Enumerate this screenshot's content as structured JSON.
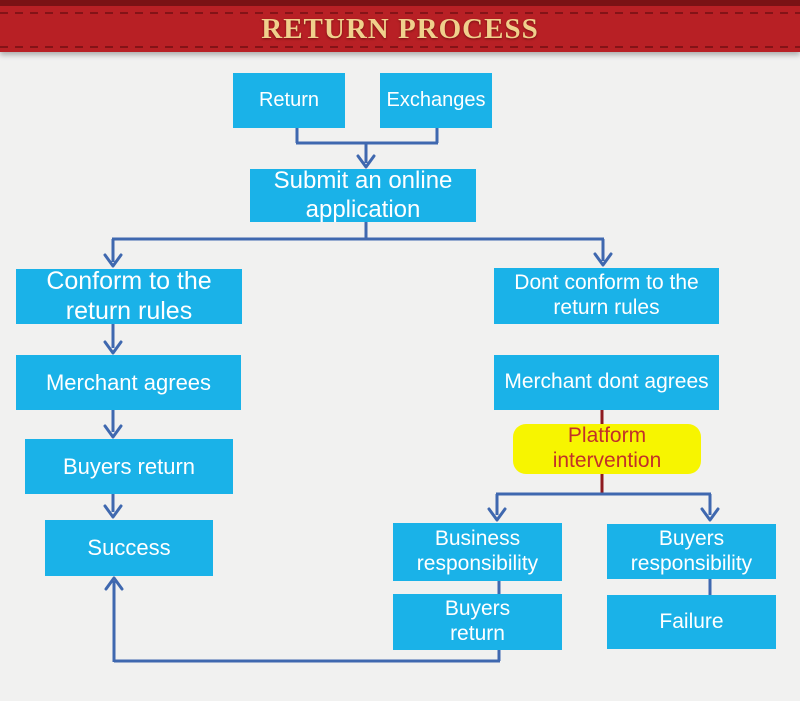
{
  "banner": {
    "title": "RETURN PROCESS",
    "bg_color": "#b82025",
    "top_strip_color": "#7a1215",
    "stitch_color": "#841317",
    "text_color": "#f0d08c"
  },
  "colors": {
    "page_bg": "#f1f1f0",
    "node_bg": "#1ab2e8",
    "node_text": "#ffffff",
    "connector_blue": "#3f68af",
    "connector_red": "#8e1b20",
    "highlight_bg": "#f7f500",
    "highlight_text": "#c23128"
  },
  "nodes": {
    "return": {
      "label": "Return"
    },
    "exchanges": {
      "label": "Exchanges"
    },
    "submit": {
      "label": "Submit an online\napplication"
    },
    "conform": {
      "label": "Conform to the\nreturn rules"
    },
    "dont_conform": {
      "label": "Dont conform to the\nreturn rules"
    },
    "merchant_agrees": {
      "label": "Merchant agrees"
    },
    "merchant_dont_agrees": {
      "label": "Merchant dont agrees"
    },
    "buyers_return_left": {
      "label": "Buyers return"
    },
    "platform_intervention": {
      "label": "Platform\nintervention"
    },
    "success": {
      "label": "Success"
    },
    "business_responsibility": {
      "label": "Business\nresponsibility"
    },
    "buyers_responsibility": {
      "label": "Buyers\nresponsibility"
    },
    "buyers_return_bottom": {
      "label": "Buyers\nreturn"
    },
    "failure": {
      "label": "Failure"
    }
  }
}
